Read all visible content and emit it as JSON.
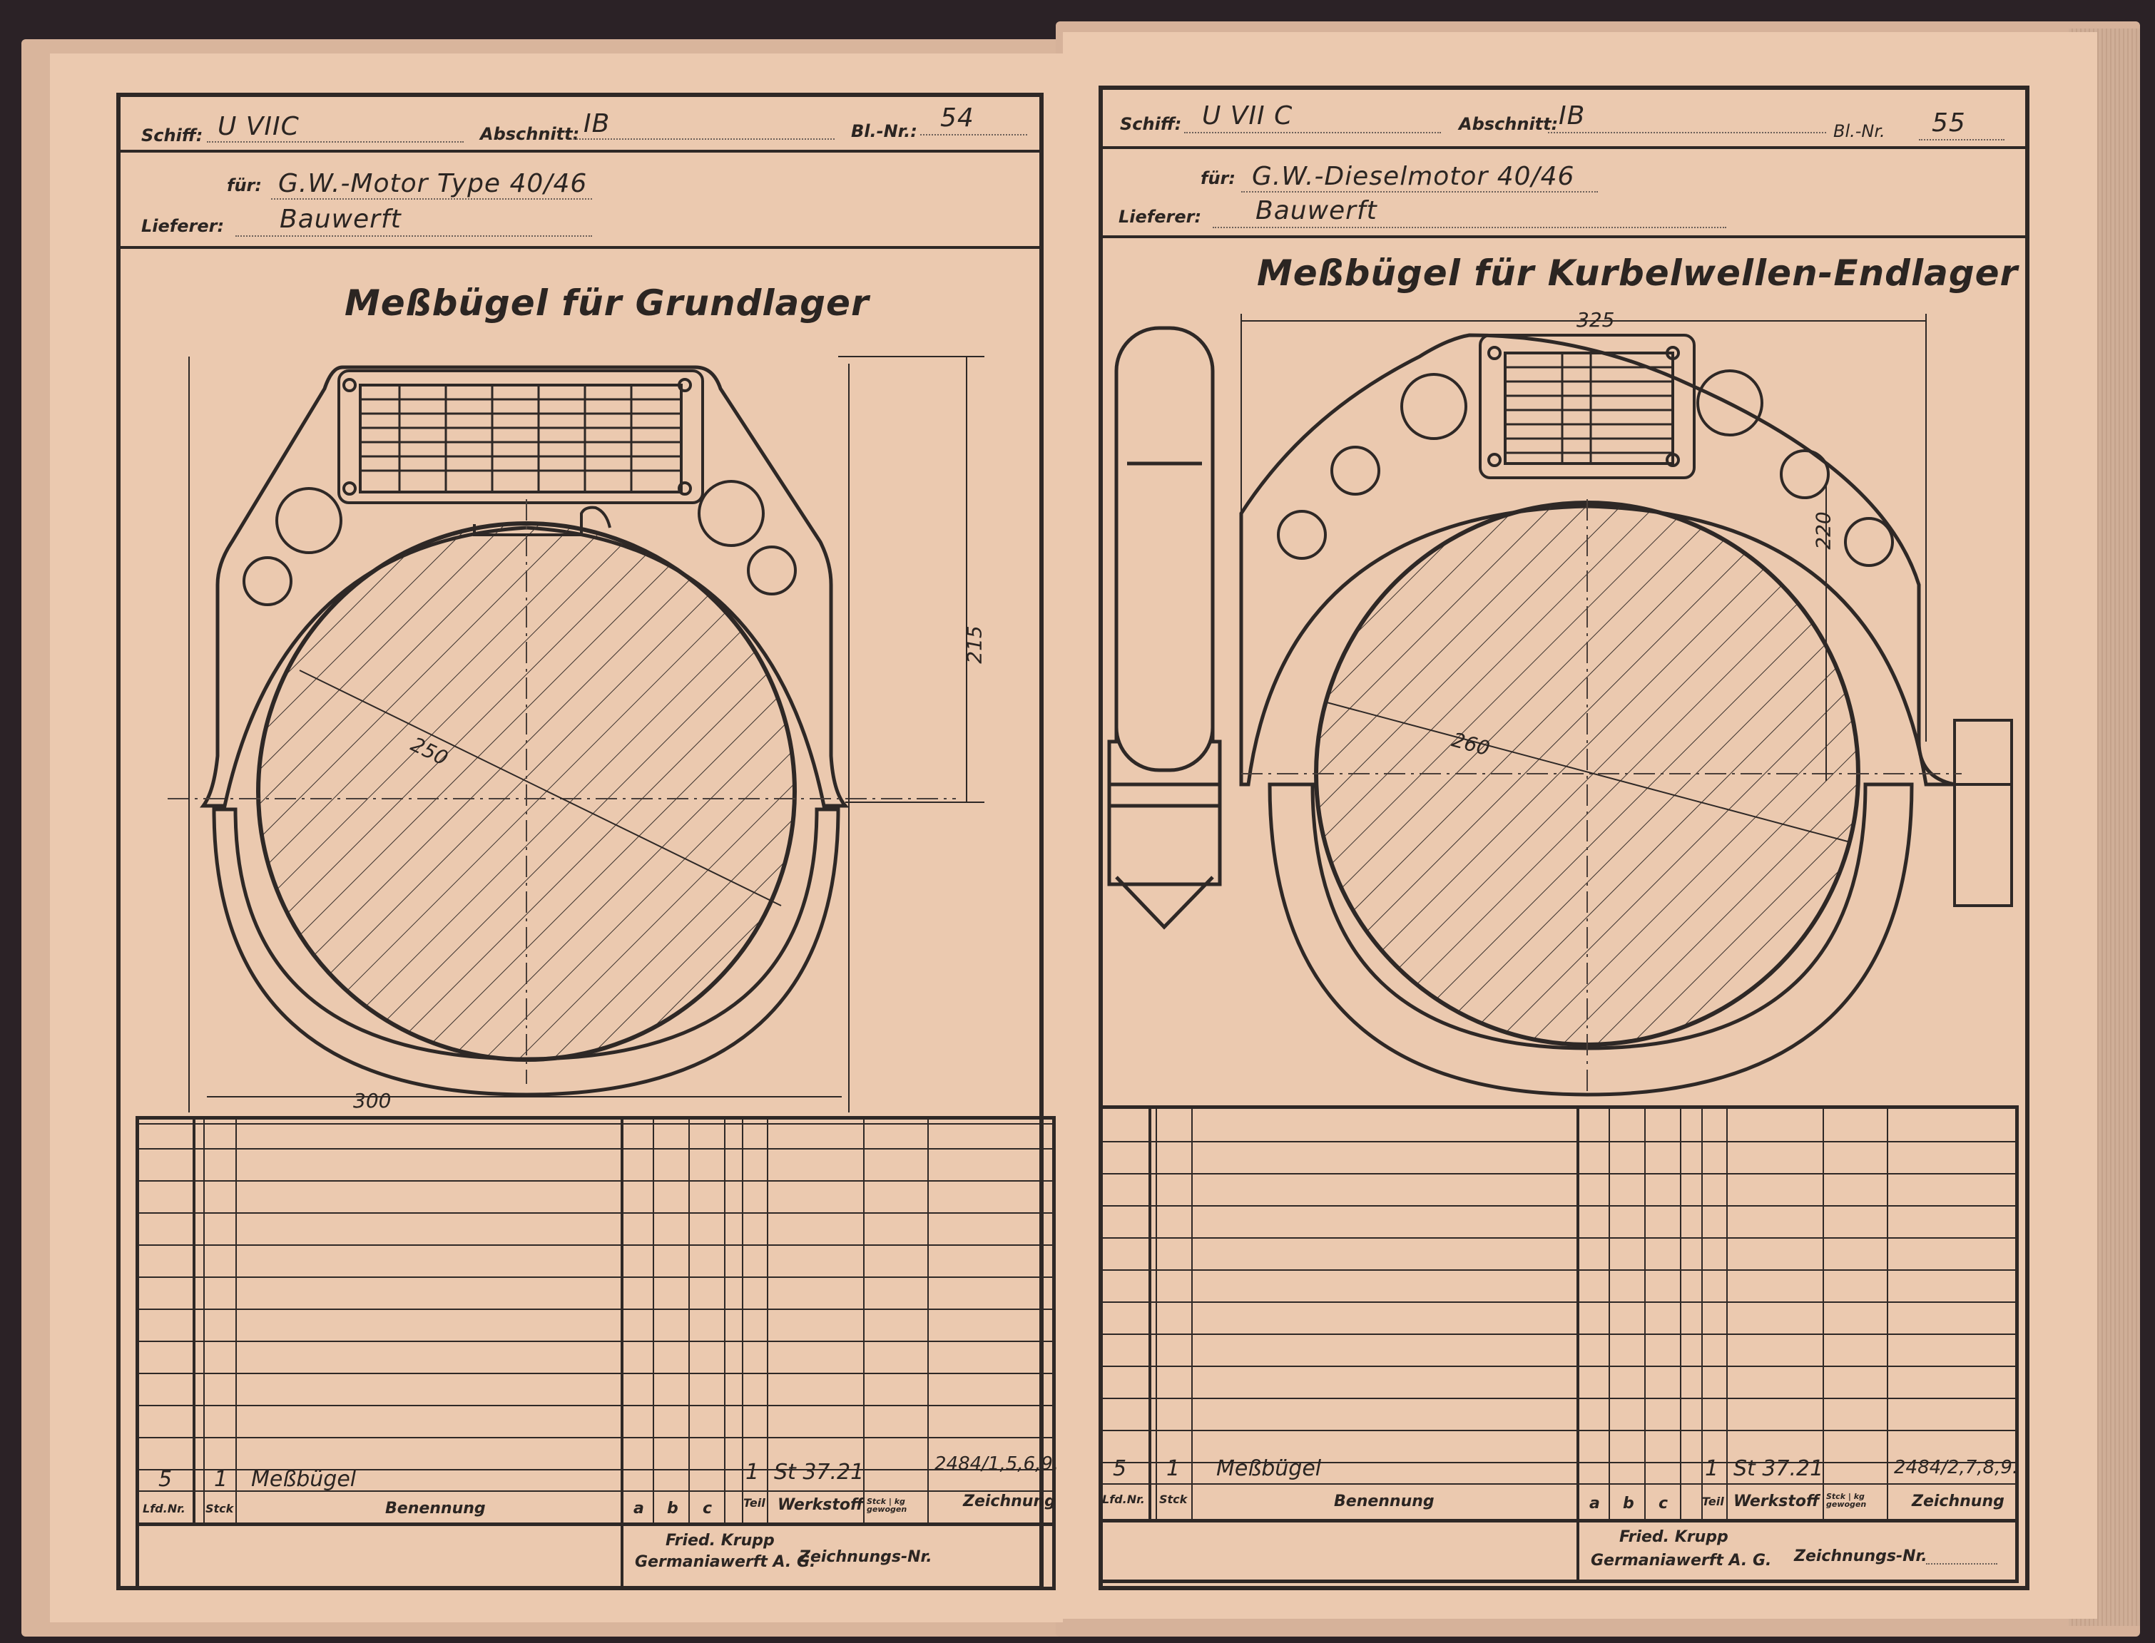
{
  "left": {
    "schiff_label": "Schiff:",
    "schiff": "U VIIC",
    "abschnitt_label": "Abschnitt:",
    "abschnitt": "IB",
    "blatt_label": "Bl.-Nr.:",
    "blatt": "54",
    "fuer_label": "für:",
    "fuer": "G.W.-Motor   Type   40/46",
    "lieferer_label": "Lieferer:",
    "lieferer": "Bauwerft",
    "title": "Meßbügel für Grundlager",
    "dims": {
      "d1": "250",
      "d2": "215",
      "d3": "300"
    },
    "row": {
      "lfd": "5",
      "stck": "1",
      "benennung": "Meßbügel",
      "teil": "1",
      "werkstoff": "St 37.21",
      "zeichnung": "2484/1,5,6,9."
    },
    "headers": {
      "lfd": "Lfd.Nr.",
      "stck": "Stck",
      "benennung": "Benennung",
      "a": "a",
      "b": "b",
      "c": "c",
      "teil": "Teil",
      "werkstoff": "Werkstoff",
      "gewicht": "Stck | kg gewogen",
      "zeichnung": "Zeichnung"
    },
    "company1": "Fried. Krupp",
    "company2": "Germaniawerft A. G.",
    "znr_label": "Zeichnungs-Nr."
  },
  "right": {
    "schiff_label": "Schiff:",
    "schiff": "U VII C",
    "abschnitt_label": "Abschnitt:",
    "abschnitt": "IB",
    "blatt_label": "Bl.-Nr.",
    "blatt": "55",
    "fuer_label": "für:",
    "fuer": "G.W.-Dieselmotor   40/46",
    "lieferer_label": "Lieferer:",
    "lieferer": "Bauwerft",
    "title": "Meßbügel für Kurbelwellen-Endlager",
    "dims": {
      "d1": "325",
      "d2": "220",
      "d3": "260"
    },
    "row": {
      "lfd": "5",
      "stck": "1",
      "benennung": "Meßbügel",
      "teil": "1",
      "werkstoff": "St 37.21",
      "zeichnung": "2484/2,7,8,9."
    },
    "headers": {
      "lfd": "Lfd.Nr.",
      "stck": "Stck",
      "benennung": "Benennung",
      "a": "a",
      "b": "b",
      "c": "c",
      "teil": "Teil",
      "werkstoff": "Werkstoff",
      "gewicht": "Stck | kg gewogen",
      "zeichnung": "Zeichnung"
    },
    "company1": "Fried. Krupp",
    "company2": "Germaniawerft A. G.",
    "znr_label": "Zeichnungs-Nr."
  },
  "colors": {
    "paper": "#e9c6ac",
    "ink": "#2e2826",
    "background": "#2b2226"
  }
}
